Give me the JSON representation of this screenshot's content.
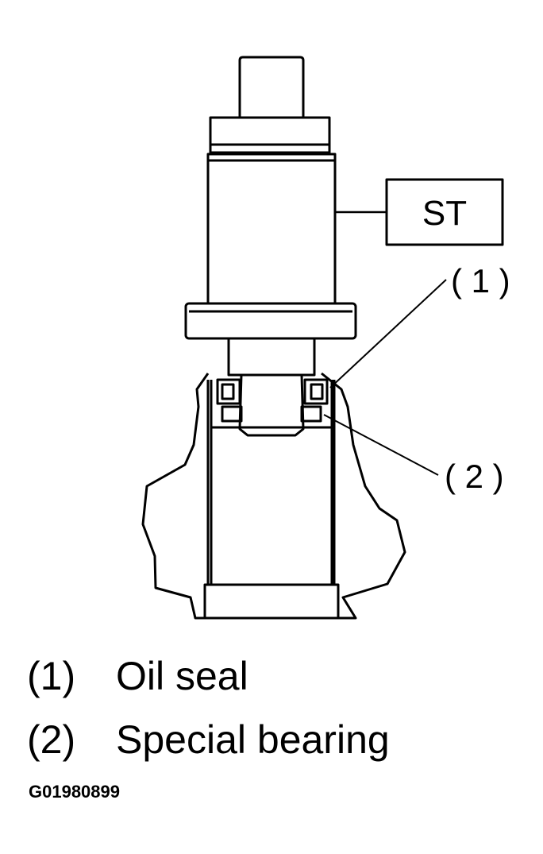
{
  "diagram": {
    "tool_label": "ST",
    "callout_1": "( 1 )",
    "callout_2": "( 2 )"
  },
  "legend": [
    {
      "number": "(1)",
      "text": "Oil seal"
    },
    {
      "number": "(2)",
      "text": "Special bearing"
    }
  ],
  "figure_code": "G01980899"
}
